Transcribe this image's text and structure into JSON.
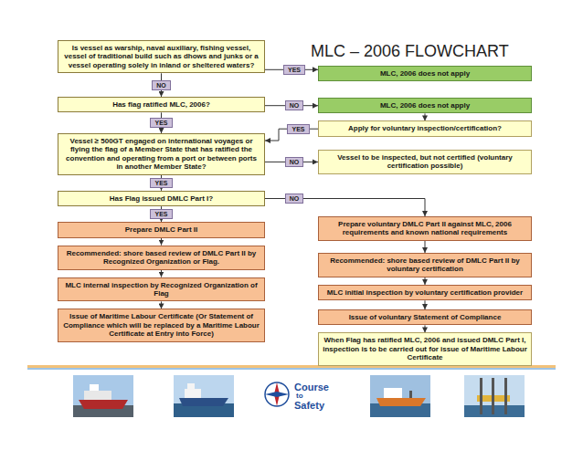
{
  "diagram": {
    "title": "MLC – 2006 FLOWCHART",
    "nodes": [
      {
        "text": [
          "Is vessel as warship, naval auxiliary, fishing vessel, vessel of traditional build such as dhows and junks or a vessel operating solely in inland or sheltered waters?"
        ]
      },
      {
        "text": [
          "MLC, 2006 does not apply"
        ]
      },
      {
        "text": [
          "Has flag ratified MLC, 2006?"
        ]
      },
      {
        "text": [
          "MLC, 2006 does not apply"
        ]
      },
      {
        "text": [
          "Apply for voluntary inspection/certification?"
        ]
      },
      {
        "text": [
          "Vessel ≥ 500GT engaged on international voyages or flying the flag of a Member State that has ratified the convention and operating from a port or between ports in another Member State?"
        ]
      },
      {
        "text": [
          "Vessel to be inspected, but not certified (voluntary certification possible)"
        ]
      },
      {
        "text": [
          "Has Flag issued DMLC Part I?"
        ]
      },
      {
        "text": [
          "Prepare DMLC Part II"
        ]
      },
      {
        "text": [
          "Recommended: shore based review of DMLC Part II by Recognized Organization or Flag."
        ]
      },
      {
        "text": [
          "MLC internal inspection by Recognized Organization of Flag"
        ]
      },
      {
        "text": [
          "Issue of Maritime Labour Certificate (Or Statement of Compliance which will be replaced by a Maritime Labour Certificate at Entry into Force)"
        ]
      },
      {
        "text": [
          "Prepare voluntary DMLC Part II against MLC, 2006 requirements and known national requirements"
        ]
      },
      {
        "text": [
          "Recommended: shore based review of DMLC Part II by voluntary certification"
        ]
      },
      {
        "text": [
          "MLC initial inspection by voluntary certification provider"
        ]
      },
      {
        "text": [
          "Issue of voluntary Statement of Compliance"
        ]
      },
      {
        "text": [
          "When Flag has ratified MLC, 2006 and issued DMLC Part I, inspection is to be carried out for issue of Maritime Labour Certificate"
        ]
      }
    ],
    "edges": [
      {
        "from": 0,
        "to": 1,
        "label": "YES",
        "arrow": "to"
      },
      {
        "from": 0,
        "to": 2,
        "label": "NO",
        "arrow": "to"
      },
      {
        "from": 2,
        "to": 3,
        "label": "NO",
        "arrow": "to"
      },
      {
        "from": 3,
        "to": 4,
        "arrow": "to"
      },
      {
        "from": 2,
        "to": 5,
        "label": "YES",
        "arrow": "to"
      },
      {
        "from": 4,
        "to": 5,
        "label": "YES",
        "arrow": "to"
      },
      {
        "from": 5,
        "to": 6,
        "label": "NO",
        "arrow": "to"
      },
      {
        "from": 5,
        "to": 7,
        "label": "YES",
        "arrow": "to"
      },
      {
        "from": 7,
        "to": 12,
        "label": "NO",
        "arrow": "to"
      },
      {
        "from": 7,
        "to": 8,
        "label": "YES",
        "arrow": "to"
      },
      {
        "from": 8,
        "to": 9,
        "arrow": "to"
      },
      {
        "from": 9,
        "to": 10,
        "arrow": "to"
      },
      {
        "from": 10,
        "to": 11,
        "arrow": "to"
      },
      {
        "from": 12,
        "to": 13,
        "arrow": "to"
      },
      {
        "from": 13,
        "to": 14,
        "arrow": "to"
      },
      {
        "from": 14,
        "to": 15,
        "arrow": "to"
      },
      {
        "from": 15,
        "to": 16,
        "arrow": "to"
      }
    ],
    "labels": [
      "Course",
      "to",
      "Safety"
    ]
  }
}
